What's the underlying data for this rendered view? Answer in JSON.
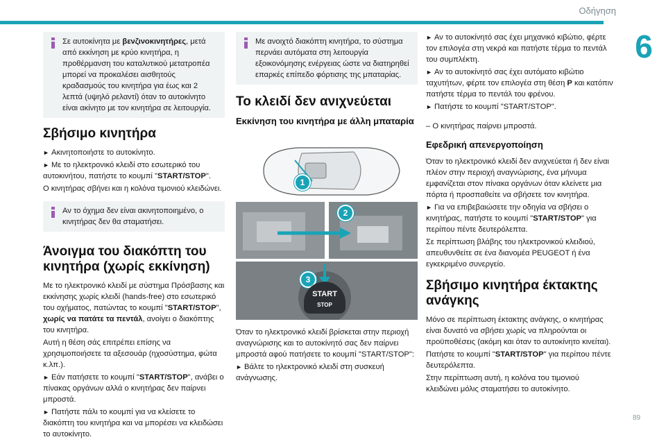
{
  "header": {
    "section_title": "Οδήγηση",
    "chapter": "6",
    "page_number": "89"
  },
  "col1": {
    "note1": "Σε αυτοκίνητα με βενζινοκινητήρες, μετά από εκκίνηση με κρύο κινητήρα, η προθέρμανση του καταλυτικού μετατροπέα μπορεί να προκαλέσει αισθητούς κραδασμούς του κινητήρα για έως και 2 λεπτά (υψηλό ρελαντί) όταν το αυτοκίνητο είναι ακίνητο με τον κινητήρα σε λειτουργία.",
    "note1_pre": "Σε αυτοκίνητα με ",
    "note1_bold": "βενζινοκινητήρες",
    "note1_post": ", μετά από εκκίνηση με κρύο κινητήρα, η προθέρμανση του καταλυτικού μετατροπέα μπορεί να προκαλέσει αισθητούς κραδασμούς του κινητήρα για έως και 2 λεπτά (υψηλό ρελαντί) όταν το αυτοκίνητο είναι ακίνητο με τον κινητήρα σε λειτουργία.",
    "h_stop": "Σβήσιμο κινητήρα",
    "stop_b1": "Ακινητοποιήστε το αυτοκίνητο.",
    "stop_b2_pre": "Με το ηλεκτρονικό κλειδί στο εσωτερικό του αυτοκινήτου, πατήστε το κουμπί \"",
    "stop_b2_bold": "START/STOP",
    "stop_b2_post": "\".",
    "stop_p": "Ο κινητήρας σβήνει και η κολόνα τιμονιού κλειδώνει.",
    "note2": "Αν το όχημα δεν είναι ακινητοποιημένο, ο κινητήρας δεν θα σταματήσει.",
    "h_ign": "Άνοιγμα του διακόπτη του κινητήρα (χωρίς εκκίνηση)",
    "ign_p1_pre": "Με το ηλεκτρονικό κλειδί με σύστημα Πρόσβασης και εκκίνησης χωρίς κλειδί (hands-free) στο εσωτερικό του οχήματος, πατώντας το κουμπί \"",
    "ign_p1_bold1": "START/STOP",
    "ign_p1_mid": "\", ",
    "ign_p1_bold2": "χωρίς να πατάτε τα πεντάλ",
    "ign_p1_post": ", ανοίγει ο διακόπτης του κινητήρα.",
    "ign_p2": "Αυτή η θέση σάς επιτρέπει επίσης να χρησιμοποιήσετε τα αξεσουάρ (ηχοσύστημα, φώτα κ.λπ.).",
    "ign_b1_pre": "Εάν πατήσετε το κουμπί \"",
    "ign_b1_bold": "START/STOP",
    "ign_b1_post": "\", ανάβει ο πίνακας οργάνων αλλά ο κινητήρας δεν παίρνει μπροστά.",
    "ign_b2": "Πατήστε πάλι το κουμπί για να κλείσετε το διακόπτη του κινητήρα και να μπορέσει να κλειδώσει το αυτοκίνητο."
  },
  "col2": {
    "note": "Με ανοιχτό διακόπτη κινητήρα, το σύστημα περνάει αυτόματα στη λειτουργία εξοικονόμησης ενέργειας ώστε να διατηρηθεί επαρκές επίπεδο φόρτισης της μπαταρίας.",
    "h_key": "Το κλειδί δεν ανιχνεύεται",
    "h_start": "Εκκίνηση του κινητήρα με άλλη μπαταρία",
    "fig_badges": [
      "1",
      "2",
      "3"
    ],
    "fig_start_label": "START",
    "fig_stop_label": "STOP",
    "p1": "Όταν το ηλεκτρονικό κλειδί βρίσκεται στην περιοχή αναγνώρισης και το αυτοκίνητό σας δεν παίρνει μπροστά αφού πατήσετε το κουμπί \"START/STOP\":",
    "b1": "Βάλτε το ηλεκτρονικό κλειδί στη συσκευή ανάγνωσης."
  },
  "col3": {
    "b1": "Αν το αυτοκίνητό σας έχει μηχανικό κιβώτιο, φέρτε τον επιλογέα στη νεκρά και πατήστε τέρμα το πεντάλ του συμπλέκτη.",
    "b2_pre": "Αν το αυτοκίνητό σας έχει αυτόματο κιβώτιο ταχυτήτων, φέρτε τον επιλογέα στη θέση ",
    "b2_bold": "P",
    "b2_post": " και κατόπιν πατήστε τέρμα το πεντάλ του φρένου.",
    "b3": "Πατήστε το κουμπί \"START/STOP\".",
    "dash": "–  Ο κινητήρας παίρνει μπροστά.",
    "h_backup": "Εφεδρική απενεργοποίηση",
    "backup_p1": "Όταν το ηλεκτρονικό κλειδί δεν ανιχνεύεται ή δεν είναι πλέον στην περιοχή αναγνώρισης, ένα μήνυμα εμφανίζεται στον πίνακα οργάνων όταν κλείνετε μια πόρτα ή προσπαθείτε να σβήσετε τον κινητήρα.",
    "backup_b1_pre": "Για να επιβεβαιώσετε την οδηγία να σβήσει ο κινητήρας, πατήστε το κουμπί \"",
    "backup_b1_bold": "START/STOP",
    "backup_b1_post": "\" για περίπου πέντε δευτερόλεπτα.",
    "backup_p2": "Σε περίπτωση βλάβης του ηλεκτρονικού κλειδιού, απευθυνθείτε σε ένα διανομέα PEUGEOT ή ένα εγκεκριμένο συνεργείο.",
    "h_emerg": "Σβήσιμο κινητήρα έκτακτης ανάγκης",
    "emerg_p1": "Μόνο σε περίπτωση έκτακτης ανάγκης, ο κινητήρας είναι δυνατό να σβήσει χωρίς να πληρούνται οι προϋποθέσεις (ακόμη και όταν το αυτοκίνητο κινείται).",
    "emerg_p2_pre": "Πατήστε το κουμπί \"",
    "emerg_p2_bold": "START/STOP",
    "emerg_p2_post": "\" για περίπου πέντε δευτερόλεπτα.",
    "emerg_p3": "Στην περίπτωση αυτή, η κολόνα του τιμονιού κλειδώνει μόλις σταματήσει το αυτοκίνητο."
  },
  "colors": {
    "accent": "#1aa3b6",
    "info_icon": "#9c5bb3",
    "note_bg": "#f0f3f4"
  },
  "bullet_glyph": "►"
}
